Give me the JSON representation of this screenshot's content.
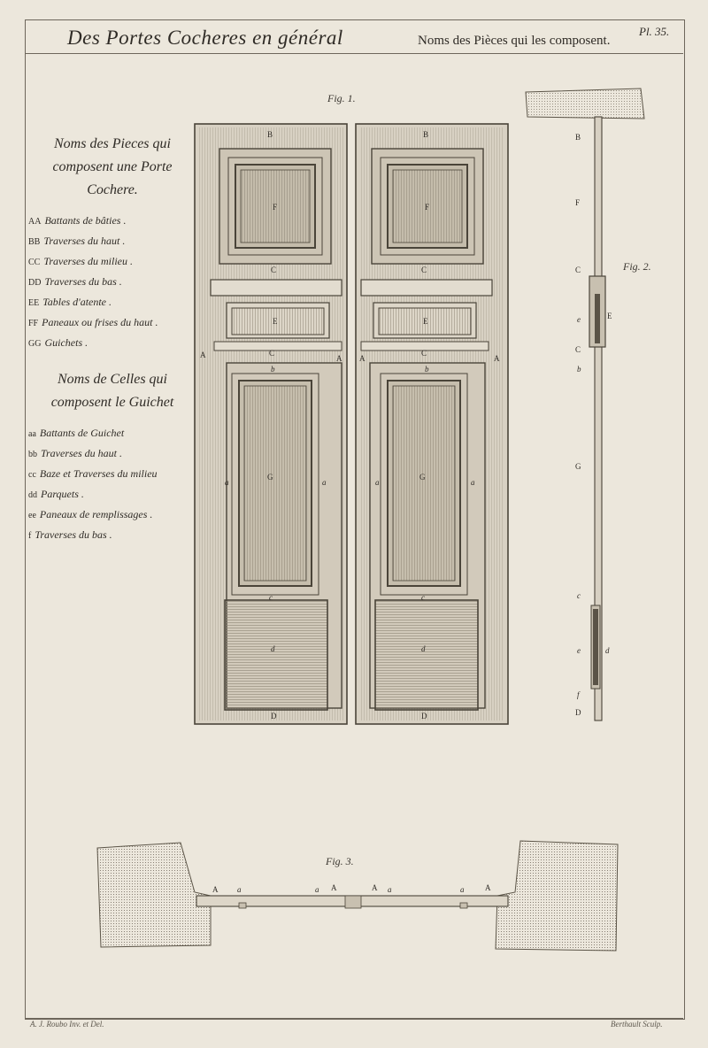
{
  "header": {
    "title": "Des Portes Cocheres en général",
    "subtitle": "Noms des Pièces qui les composent.",
    "plate_number": "Pl. 35."
  },
  "figures": {
    "fig1": "Fig. 1.",
    "fig2": "Fig. 2.",
    "fig3": "Fig. 3."
  },
  "legend": {
    "section1_title": "Noms des Pieces qui composent une Porte Cochere.",
    "section1_items": [
      {
        "code": "AA",
        "text": "Battants de bâties ."
      },
      {
        "code": "BB",
        "text": "Traverses du haut ."
      },
      {
        "code": "CC",
        "text": "Traverses du milieu ."
      },
      {
        "code": "DD",
        "text": "Traverses du bas ."
      },
      {
        "code": "EE",
        "text": "Tables d'atente ."
      },
      {
        "code": "FF",
        "text": "Paneaux ou frises du haut ."
      },
      {
        "code": "GG",
        "text": "Guichets ."
      }
    ],
    "section2_title": "Noms de Celles qui composent le Guichet",
    "section2_items": [
      {
        "code": "aa",
        "text": "Battants de Guichet"
      },
      {
        "code": "bb",
        "text": "Traverses du haut ."
      },
      {
        "code": "cc",
        "text": "Baze et Traverses du milieu"
      },
      {
        "code": "dd",
        "text": "Parquets ."
      },
      {
        "code": "ee",
        "text": "Paneaux de remplissages ."
      },
      {
        "code": "f",
        "text": "Traverses du bas ."
      }
    ]
  },
  "drawing_letters": {
    "B": "B",
    "C": "C",
    "D": "D",
    "E": "E",
    "F": "F",
    "G": "G",
    "A": "A",
    "a": "a",
    "b": "b",
    "c": "c",
    "d": "d",
    "e": "e",
    "f": "f"
  },
  "credits": {
    "left": "A. J. Roubo Inv. et Del.",
    "right": "Berthault Sculp."
  },
  "colors": {
    "paper": "#ece7dc",
    "ink": "#3a3630",
    "wood_light": "#ddd6c8",
    "wood_mid": "#c9c1b1",
    "wood_dark": "#a89e8c"
  }
}
